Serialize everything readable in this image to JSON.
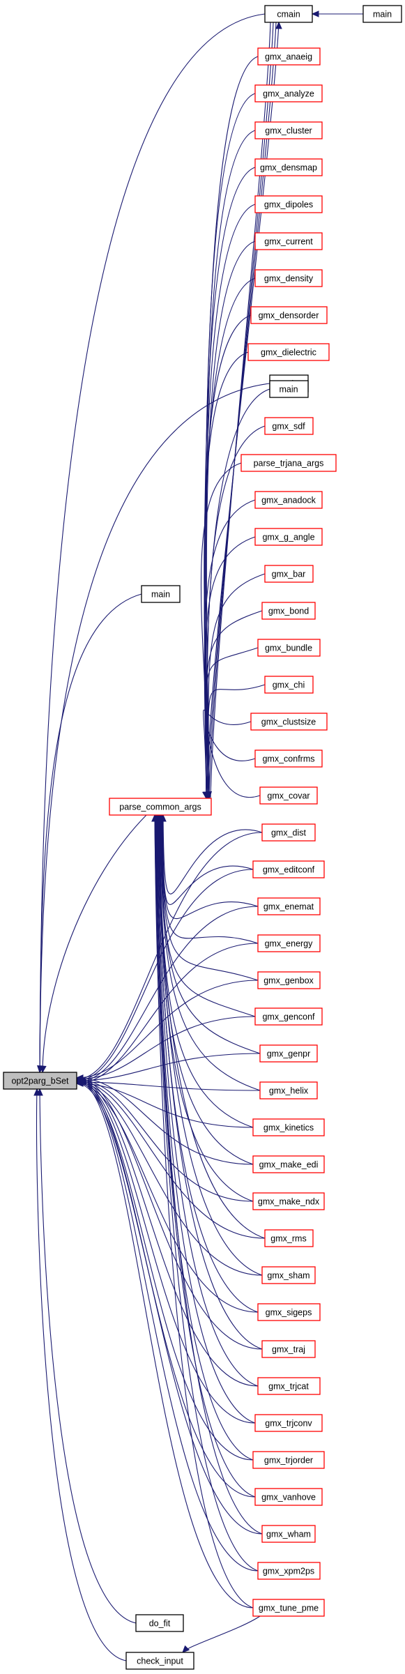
{
  "colors": {
    "edge": "#191970",
    "border_linked": "#ff0000",
    "border_plain": "#000000",
    "focus_fill": "#bfbfbf",
    "node_fill": "#ffffff"
  },
  "nodes": {
    "focus": {
      "label": "opt2parg_bSet"
    },
    "cmain": {
      "label": "cmain"
    },
    "main_top": {
      "label": "main"
    },
    "main_mid": {
      "label": "main"
    },
    "main_left": {
      "label": "main"
    },
    "parse": {
      "label": "parse_common_args"
    },
    "do_fit": {
      "label": "do_fit"
    },
    "check_input": {
      "label": "check_input"
    }
  },
  "parse_callers": [
    "gmx_anaeig",
    "gmx_analyze",
    "gmx_cluster",
    "gmx_densmap",
    "gmx_dipoles",
    "gmx_current",
    "gmx_density",
    "gmx_densorder",
    "gmx_dielectric",
    "main",
    "gmx_sdf",
    "parse_trjana_args",
    "gmx_anadock",
    "gmx_g_angle",
    "gmx_bar",
    "gmx_bond",
    "gmx_bundle",
    "gmx_chi",
    "gmx_clustsize",
    "gmx_confrms",
    "gmx_covar",
    "gmx_dist",
    "gmx_editconf",
    "gmx_enemat",
    "gmx_energy",
    "gmx_genbox",
    "gmx_genconf",
    "gmx_genpr",
    "gmx_helix",
    "gmx_kinetics",
    "gmx_make_edi",
    "gmx_make_ndx",
    "gmx_rms",
    "gmx_sham",
    "gmx_sigeps",
    "gmx_traj",
    "gmx_trjcat",
    "gmx_trjconv",
    "gmx_trjorder",
    "gmx_vanhove",
    "gmx_wham",
    "gmx_xpm2ps",
    "gmx_tune_pme"
  ]
}
